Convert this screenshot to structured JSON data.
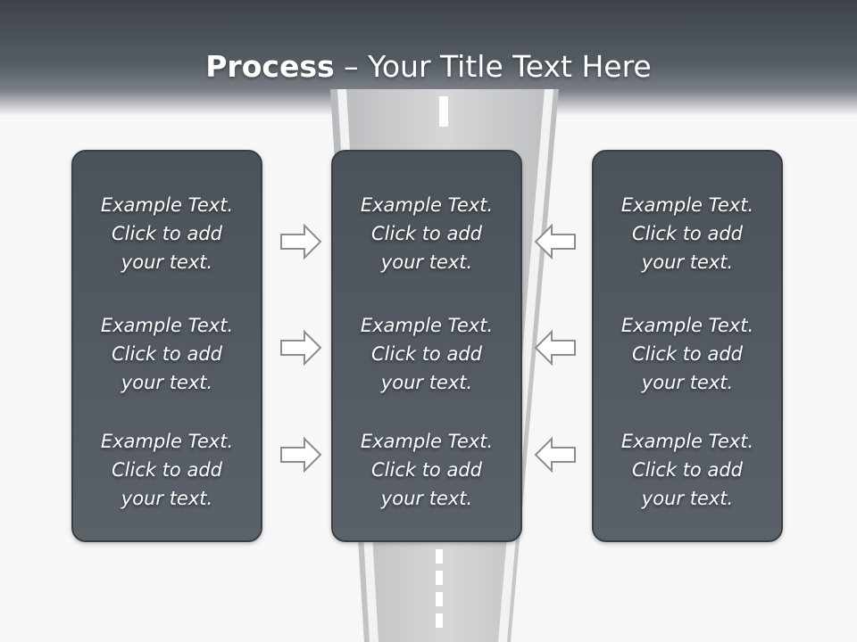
{
  "title": {
    "bold": "Process",
    "rest": " – Your Title Text Here"
  },
  "panels": [
    {
      "items": [
        {
          "l1": "Example Text.",
          "l2": "Click  to add",
          "l3": "your text."
        },
        {
          "l1": "Example Text.",
          "l2": "Click  to add",
          "l3": "your text."
        },
        {
          "l1": "Example Text.",
          "l2": "Click  to add",
          "l3": "your text."
        }
      ]
    },
    {
      "items": [
        {
          "l1": "Example Text.",
          "l2": "Click  to add",
          "l3": "your text."
        },
        {
          "l1": "Example Text.",
          "l2": "Click  to add",
          "l3": "your text."
        },
        {
          "l1": "Example Text.",
          "l2": "Click  to add",
          "l3": "your text."
        }
      ]
    },
    {
      "items": [
        {
          "l1": "Example Text.",
          "l2": "Click  to add",
          "l3": "your text."
        },
        {
          "l1": "Example Text.",
          "l2": "Click  to add",
          "l3": "your text."
        },
        {
          "l1": "Example Text.",
          "l2": "Click  to add",
          "l3": "your text."
        }
      ]
    }
  ],
  "arrows": {
    "left_to_center": [
      "right-arrow-icon",
      "right-arrow-icon",
      "right-arrow-icon"
    ],
    "right_to_center": [
      "left-arrow-icon",
      "left-arrow-icon",
      "left-arrow-icon"
    ]
  },
  "colors": {
    "header": "#4a4f57",
    "panel": "#535961",
    "road": "#c9cacc",
    "arrow_outline": "#8a8c90"
  }
}
